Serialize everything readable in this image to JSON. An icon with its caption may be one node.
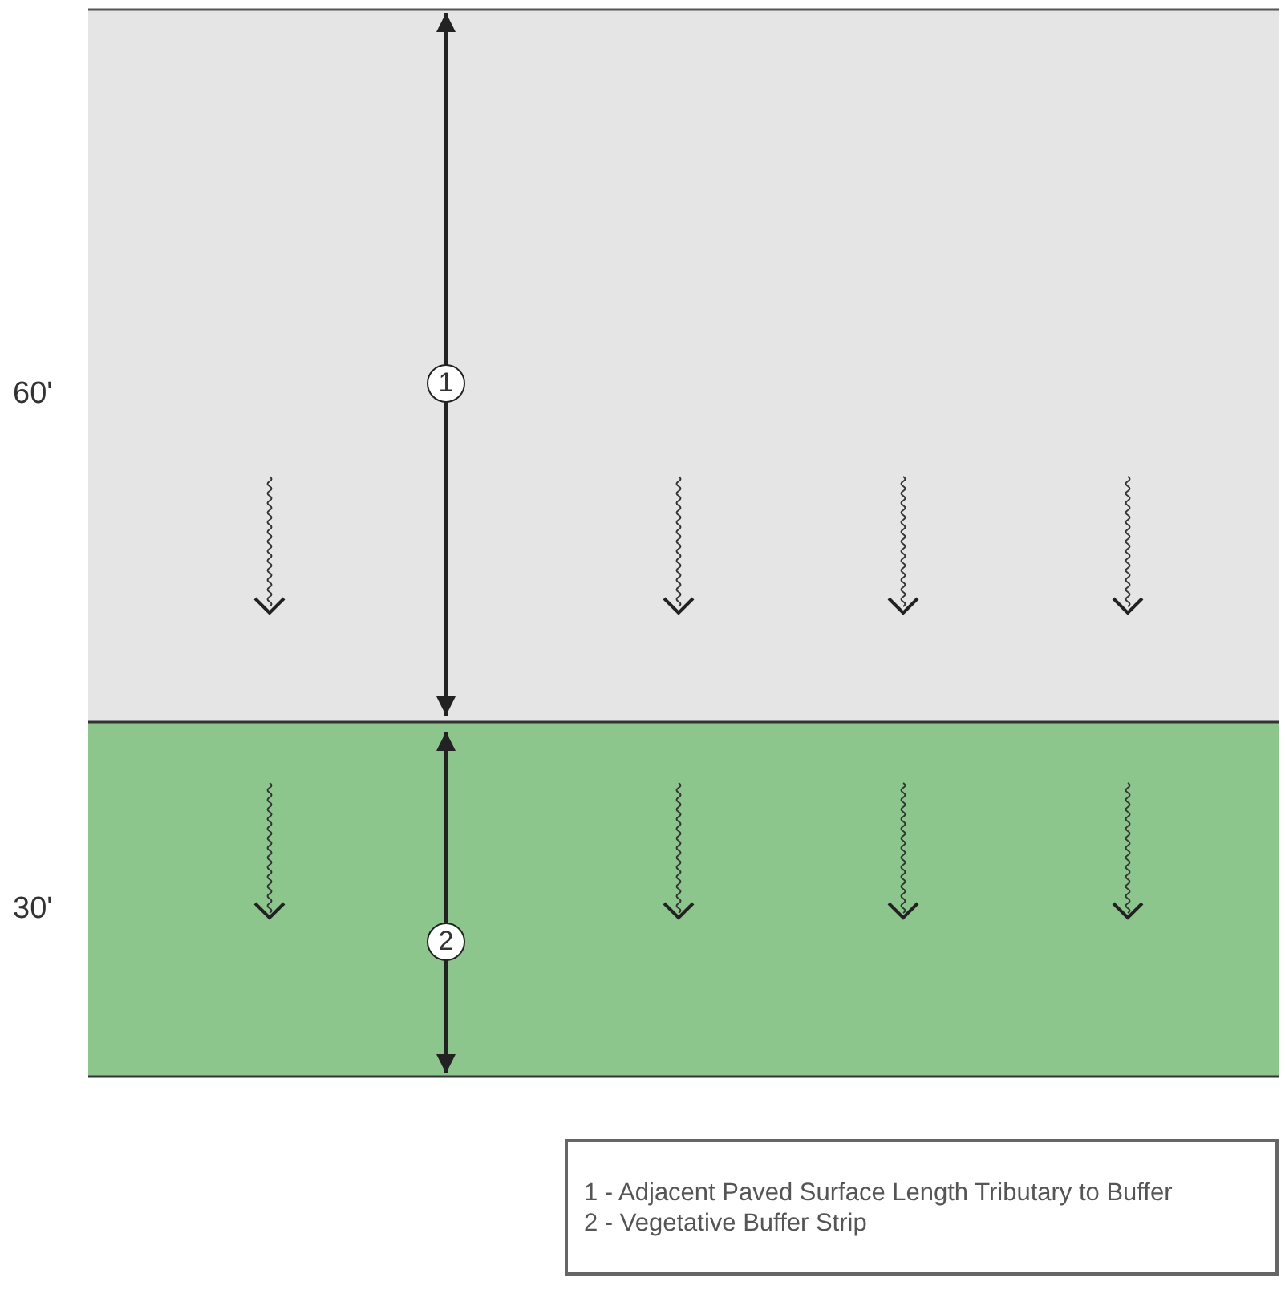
{
  "diagram": {
    "nodes": [
      {
        "text": [
          "1"
        ]
      },
      {
        "text": [
          "2"
        ]
      },
      {
        "text": [
          "1 - Adjacent Paved Surface Length Tributary to Buffer",
          "2 - Vegetative Buffer Strip"
        ]
      }
    ],
    "labels": [
      "60'",
      "30'"
    ]
  }
}
